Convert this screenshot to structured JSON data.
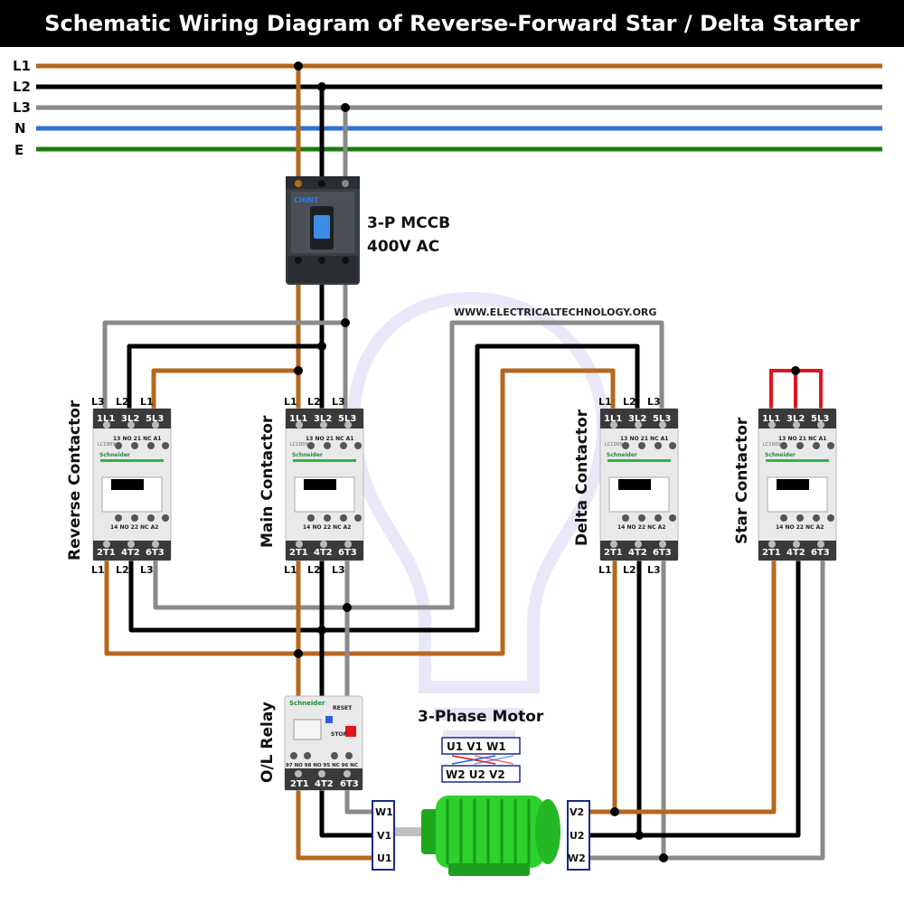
{
  "title": "Schematic Wiring Diagram of Reverse-Forward Star / Delta Starter",
  "watermark": "WWW.ELECTRICALTECHNOLOGY.ORG",
  "bus_lines": [
    {
      "label": "L1",
      "color": "#b5681e"
    },
    {
      "label": "L2",
      "color": "#000000"
    },
    {
      "label": "L3",
      "color": "#8a8a8a"
    },
    {
      "label": "N",
      "color": "#2f6fdc"
    },
    {
      "label": "E",
      "color": "#1f7a12"
    }
  ],
  "mccb": {
    "brand": "CHiNT",
    "label_line1": "3-P MCCB",
    "label_line2": "400V AC"
  },
  "contactors": {
    "reverse": {
      "name": "Reverse Contactor",
      "top_labels": [
        "L3",
        "L2",
        "L1"
      ],
      "bottom_labels": [
        "L1",
        "L2",
        "L3"
      ]
    },
    "main": {
      "name": "Main Contactor",
      "top_labels": [
        "L1",
        "L2",
        "L3"
      ],
      "bottom_labels": [
        "L1",
        "L2",
        "L3"
      ]
    },
    "delta": {
      "name": "Delta Contactor",
      "top_labels": [
        "L1",
        "L2",
        "L3"
      ],
      "bottom_labels": [
        "L1",
        "L2",
        "L3"
      ]
    },
    "star": {
      "name": "Star Contactor",
      "top_labels": [],
      "bottom_labels": []
    }
  },
  "contactor_terms": {
    "top": [
      "1L1",
      "3L2",
      "5L3"
    ],
    "bottom": [
      "2T1",
      "4T2",
      "6T3"
    ],
    "aux_top": "13 NO 21 NC  A1",
    "aux_bottom": "14  NO 22 NC  A2",
    "brand": "Schneider",
    "model": "LC1D09"
  },
  "ol_relay": {
    "name": "O/L Relay",
    "brand": "Schneider",
    "reset": "RESET",
    "stop": "STOP",
    "aux": "97 NO 98 NO 95 NC 96 NC",
    "terms": [
      "2T1",
      "4T2",
      "6T3"
    ]
  },
  "motor": {
    "title": "3-Phase Motor",
    "top_row": "U1  V1  W1",
    "bottom_row": "W2 U2  V2",
    "left_terms": [
      "W1",
      "V1",
      "U1"
    ],
    "right_terms": [
      "V2",
      "U2",
      "W2"
    ]
  },
  "colors": {
    "brown": "#b5681e",
    "black": "#000000",
    "grey": "#8a8a8a",
    "red": "#e0151b",
    "green": "#2ed02e"
  }
}
